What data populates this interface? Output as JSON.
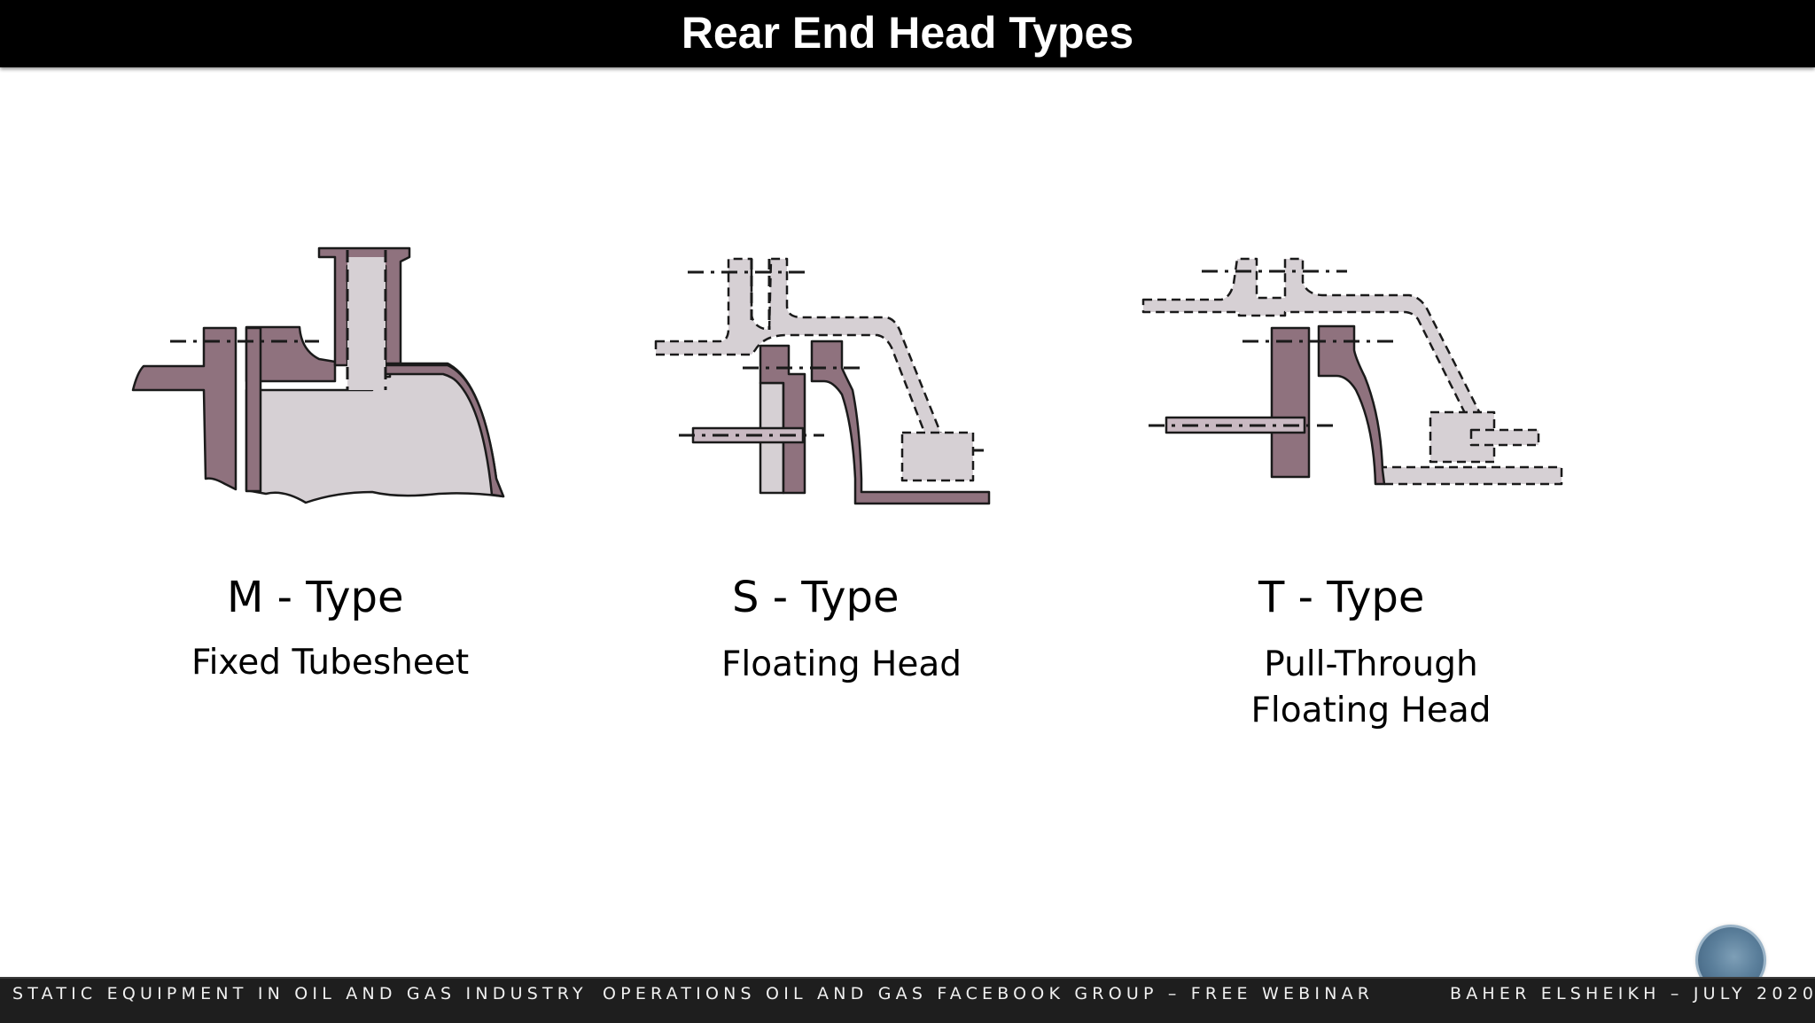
{
  "title": "Rear End Head Types",
  "diagrams": [
    {
      "type_label": "M - Type",
      "description": [
        "Fixed Tubesheet"
      ]
    },
    {
      "type_label": "S - Type",
      "description": [
        "Floating Head"
      ]
    },
    {
      "type_label": "T - Type",
      "description": [
        "Pull-Through",
        "Floating Head"
      ]
    }
  ],
  "footer": {
    "left": "STATIC EQUIPMENT IN OIL AND GAS INDUSTRY",
    "center": "OPERATIONS OIL AND GAS FACEBOOK GROUP – FREE WEBINAR",
    "right": "BAHER ELSHEIKH – JULY 2020"
  },
  "colors": {
    "dark_part": "#8f727e",
    "light_part": "#d6d0d4",
    "outline": "#1a1a1a",
    "title_bar": "#000000",
    "footer_bar": "#1e1e1e"
  }
}
